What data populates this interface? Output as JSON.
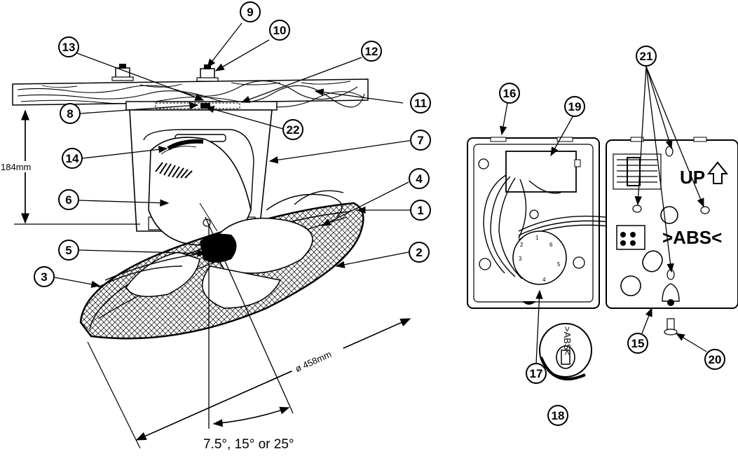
{
  "diagram": {
    "dimensions": {
      "height": "184mm",
      "diameter": "ø 458mm",
      "angle": "7.5°, 15° or 25°"
    },
    "box_labels": {
      "up": "UP",
      "abs": ">ABS<",
      "knob": ">ABS<"
    },
    "callouts": [
      "1",
      "2",
      "3",
      "4",
      "5",
      "6",
      "7",
      "8",
      "9",
      "10",
      "11",
      "12",
      "13",
      "14",
      "15",
      "16",
      "17",
      "18",
      "19",
      "20",
      "21",
      "22"
    ],
    "terminal_numbers": [
      "1",
      "2",
      "3",
      "4",
      "5",
      "6"
    ]
  }
}
